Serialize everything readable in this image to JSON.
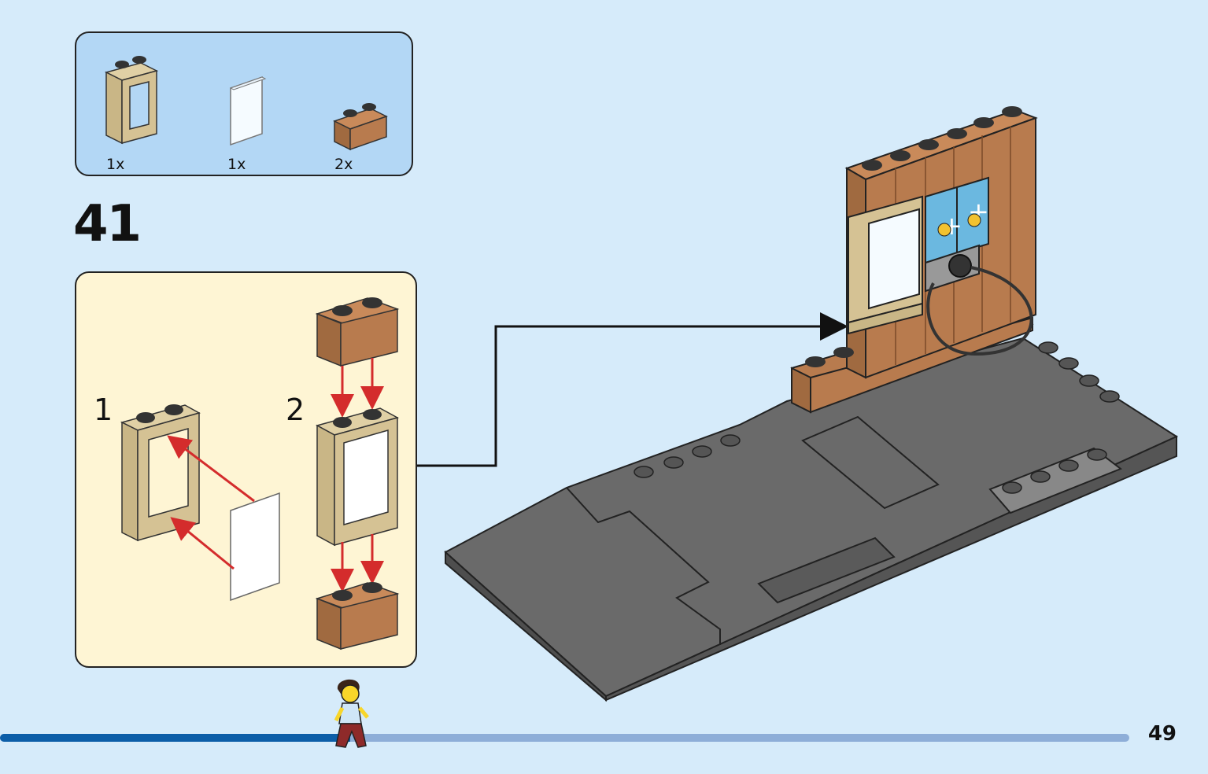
{
  "parts": [
    {
      "name": "tan-window-frame",
      "qty": "1x"
    },
    {
      "name": "transparent-glass-pane",
      "qty": "1x"
    },
    {
      "name": "brown-brick-1x2",
      "qty": "2x"
    }
  ],
  "step_number": "41",
  "substeps": [
    "1",
    "2"
  ],
  "page_number": "49",
  "progress": 0.31,
  "colors": {
    "background": "#d6ebfa",
    "parts_box": "#b3d7f5",
    "substep_box": "#fef5d4",
    "tan": "#d5c294",
    "brown": "#b87b4e",
    "baseplate": "#6a6a6a",
    "arrow_red": "#d42c2c",
    "progress_fill": "#0c5ea8",
    "progress_track": "#8eaed8"
  }
}
